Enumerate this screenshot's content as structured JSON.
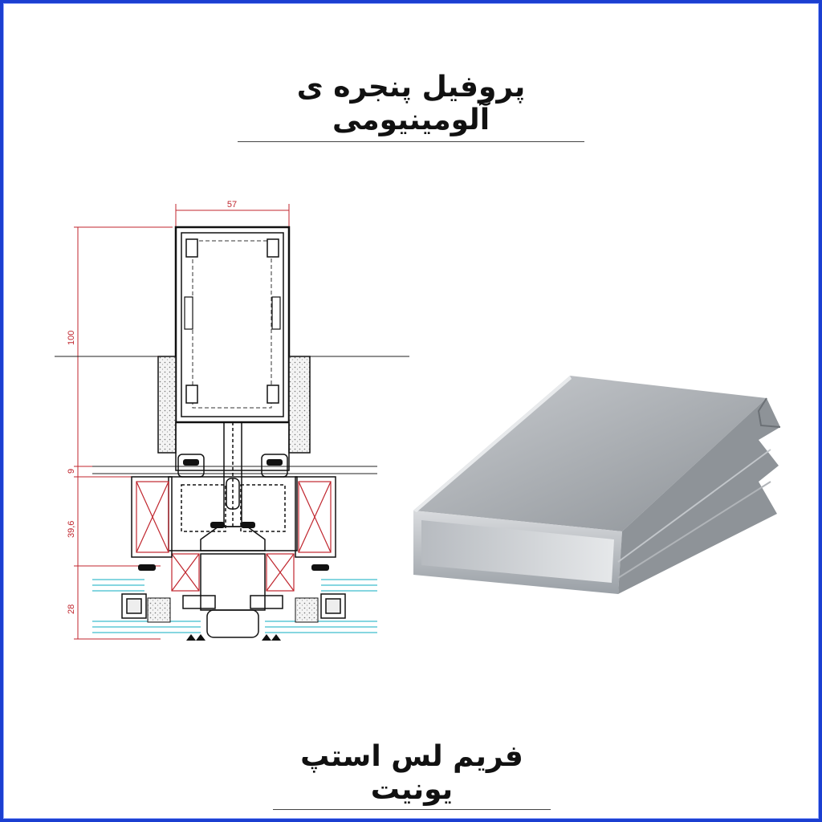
{
  "title": "پروفیل پنجره ی آلومینیومی",
  "caption": "فریم لس استپ یونیت",
  "drawing": {
    "dim_top": "57",
    "dim_100": "100",
    "dim_9": "9",
    "dim_396": "39,6",
    "dim_28": "28"
  },
  "colors": {
    "border": "#1b3fd1",
    "dimension": "#c0262e",
    "glass": "#5ec9d6",
    "profile": "#9aa0a6"
  }
}
